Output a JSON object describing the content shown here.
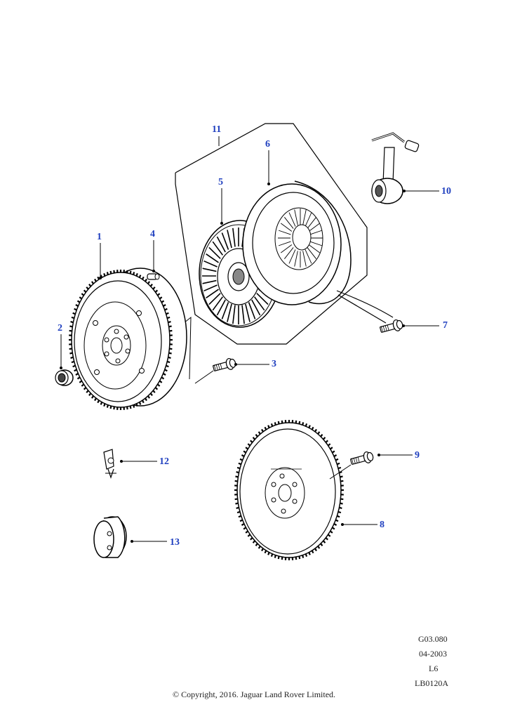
{
  "callouts": {
    "c1": "1",
    "c2": "2",
    "c3": "3",
    "c4": "4",
    "c5": "5",
    "c6": "6",
    "c7": "7",
    "c8": "8",
    "c9": "9",
    "c10": "10",
    "c11": "11",
    "c12": "12",
    "c13": "13"
  },
  "footer": {
    "ref1": "G03.080",
    "ref2": "04-2003",
    "ref3": "L6",
    "ref4": "LB0120A",
    "copyright": "© Copyright, 2016. Jaguar Land Rover Limited."
  },
  "colors": {
    "callout": "#1f3fbf",
    "line": "#000000"
  }
}
